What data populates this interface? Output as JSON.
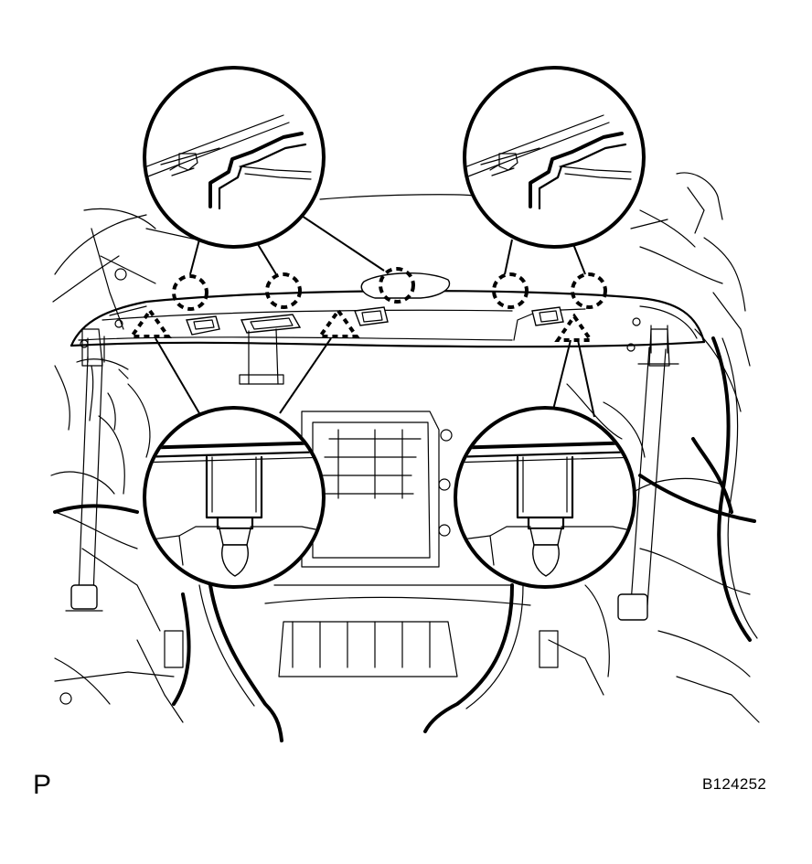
{
  "diagram": {
    "view_label": "P",
    "figure_code": "B124252",
    "clip_callouts": [
      {
        "id": "left-clip-detail",
        "kind": "clip"
      },
      {
        "id": "right-clip-detail",
        "kind": "clip"
      }
    ],
    "claw_callouts": [
      {
        "id": "left-claw-detail",
        "kind": "claw"
      },
      {
        "id": "right-claw-detail",
        "kind": "claw"
      }
    ],
    "marker_counts": {
      "dashed_circle_markers": 5,
      "dashed_triangle_markers": 3
    }
  }
}
